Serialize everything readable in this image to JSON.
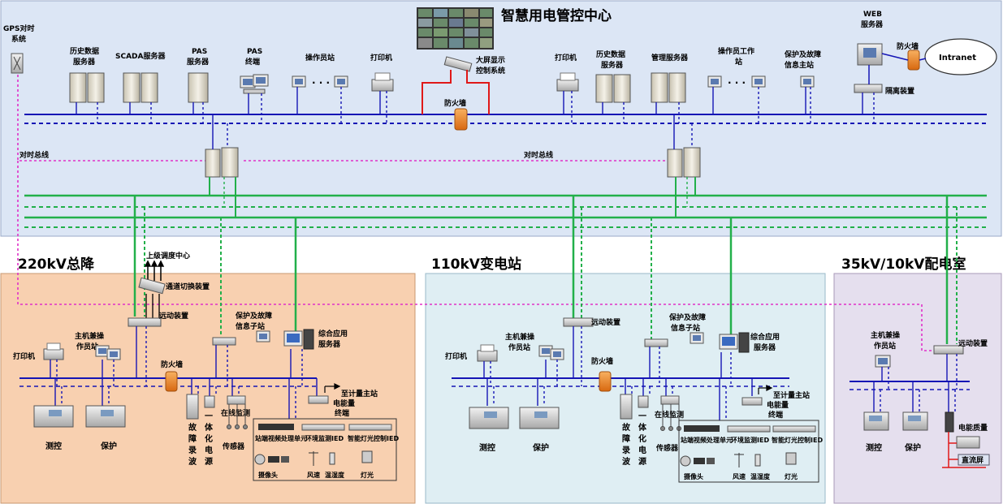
{
  "title": "智慧用电管控中心",
  "regions": {
    "r220": "220kV总降",
    "r110": "110kV变电站",
    "r35": "35kV/10kV配电室"
  },
  "center": {
    "gps": [
      "GPS对时",
      "系统"
    ],
    "hist1": [
      "历史数据",
      "服务器"
    ],
    "scada": "SCADA服务器",
    "pas_srv": [
      "PAS",
      "服务器"
    ],
    "pas_term": [
      "PAS",
      "终端"
    ],
    "op_station": "操作员站",
    "printer1": "打印机",
    "bigscreen": [
      "大屏显示",
      "控制系统"
    ],
    "firewall_center": "防火墙",
    "printer2": "打印机",
    "hist2": [
      "历史数据",
      "服务器"
    ],
    "mgmt": "管理服务器",
    "op_ws": [
      "操作员工作",
      "站"
    ],
    "fault_master": [
      "保护及故障",
      "信息主站"
    ],
    "web": [
      "WEB",
      "服务器"
    ],
    "firewall_web": "防火墙",
    "intranet": "Intranet",
    "isolation": "隔离装置",
    "timebus_left": "对时总线",
    "timebus_right": "对时总线"
  },
  "s220": {
    "upper": "上级调度中心",
    "switch": "通道切换装置",
    "remote": "远动装置",
    "host": [
      "主机兼操",
      "作员站"
    ],
    "printer": "打印机",
    "firewall": "防火墙",
    "fault_sub": [
      "保护及故障",
      "信息子站"
    ],
    "app_srv": [
      "综合应用",
      "服务器"
    ],
    "to_meter": "至计量主站",
    "energy": [
      "电能量",
      "终端"
    ],
    "fault_rec": [
      "故",
      "障",
      "录",
      "波"
    ],
    "power": [
      "一",
      "体",
      "化",
      "电",
      "源"
    ],
    "online": "在线监测",
    "sensor": "传感器",
    "video": "站端视频处理单元",
    "env": "环境监测IED",
    "light": "智能灯光控制IED",
    "camera": "摄像头",
    "wind": "风速",
    "humid": "温湿度",
    "lamp": "灯光",
    "measure": "测控",
    "protect": "保护"
  },
  "s110": {
    "remote": "远动装置",
    "host": [
      "主机兼操",
      "作员站"
    ],
    "printer": "打印机",
    "firewall": "防火墙",
    "fault_sub": [
      "保护及故障",
      "信息子站"
    ],
    "app_srv": [
      "综合应用",
      "服务器"
    ],
    "to_meter": "至计量主站",
    "energy": [
      "电能量",
      "终端"
    ],
    "fault_rec": [
      "故",
      "障",
      "录",
      "波"
    ],
    "power": [
      "一",
      "体",
      "化",
      "电",
      "源"
    ],
    "online": "在线监测",
    "sensor": "传感器",
    "video": "站端视频处理单元",
    "env": "环境监测IED",
    "light": "智能灯光控制IED",
    "camera": "摄像头",
    "wind": "风速",
    "humid": "温湿度",
    "lamp": "灯光",
    "measure": "测控",
    "protect": "保护"
  },
  "s35": {
    "host": [
      "主机兼操",
      "作员站"
    ],
    "remote": "远动装置",
    "measure": "测控",
    "protect": "保护",
    "pq": "电能质量",
    "dc": "直流屏"
  },
  "colors": {
    "center_bg": "#dce6f5",
    "s220_bg": "#f8d0b0",
    "s110_bg": "#dfeef3",
    "s35_bg": "#e5dfee",
    "bus_blue": "#1515b5",
    "bus_green": "#22b04a",
    "time_bus": "#e030c8",
    "red_link": "#e01818",
    "firewall": "#f08828"
  }
}
